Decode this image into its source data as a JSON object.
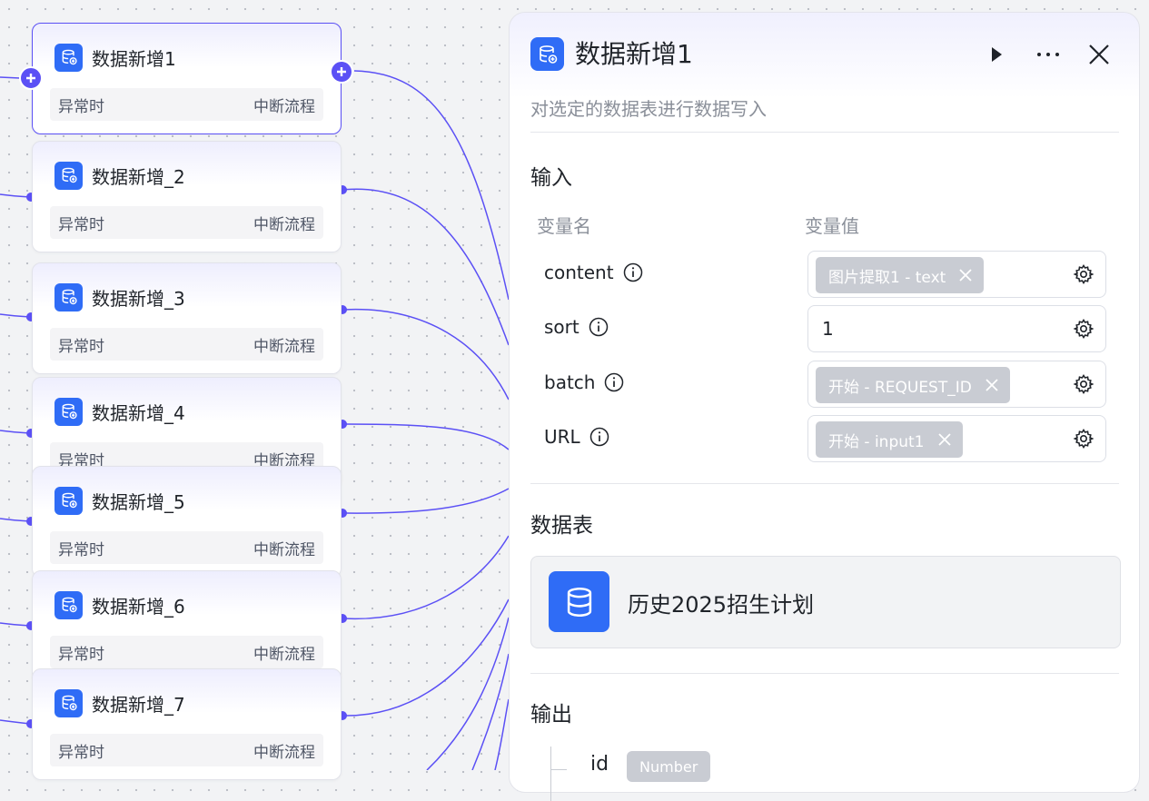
{
  "canvas": {
    "nodes": [
      {
        "title": "数据新增1",
        "error_label": "异常时",
        "error_action": "中断流程",
        "selected": true
      },
      {
        "title": "数据新增_2",
        "error_label": "异常时",
        "error_action": "中断流程"
      },
      {
        "title": "数据新增_3",
        "error_label": "异常时",
        "error_action": "中断流程"
      },
      {
        "title": "数据新增_4",
        "error_label": "异常时",
        "error_action": "中断流程"
      },
      {
        "title": "数据新增_5",
        "error_label": "异常时",
        "error_action": "中断流程"
      },
      {
        "title": "数据新增_6",
        "error_label": "异常时",
        "error_action": "中断流程"
      },
      {
        "title": "数据新增_7",
        "error_label": "异常时",
        "error_action": "中断流程"
      }
    ],
    "edge_color": "#5b50f5"
  },
  "panel": {
    "title": "数据新增1",
    "description": "对选定的数据表进行数据写入",
    "input": {
      "title": "输入",
      "col_name": "变量名",
      "col_value": "变量值",
      "rows": [
        {
          "name": "content",
          "value_tag": "图片提取1 - text"
        },
        {
          "name": "sort",
          "value_text": "1"
        },
        {
          "name": "batch",
          "value_tag": "开始 - REQUEST_ID"
        },
        {
          "name": "URL",
          "value_tag": "开始 - input1"
        }
      ]
    },
    "table": {
      "title": "数据表",
      "name": "历史2025招生计划"
    },
    "output": {
      "title": "输出",
      "fields": [
        {
          "name": "id",
          "type": "Number"
        }
      ]
    }
  },
  "colors": {
    "accent": "#5b50f5",
    "icon_blue": "#2f6cf6",
    "tag_gray": "#c9ccd3"
  }
}
